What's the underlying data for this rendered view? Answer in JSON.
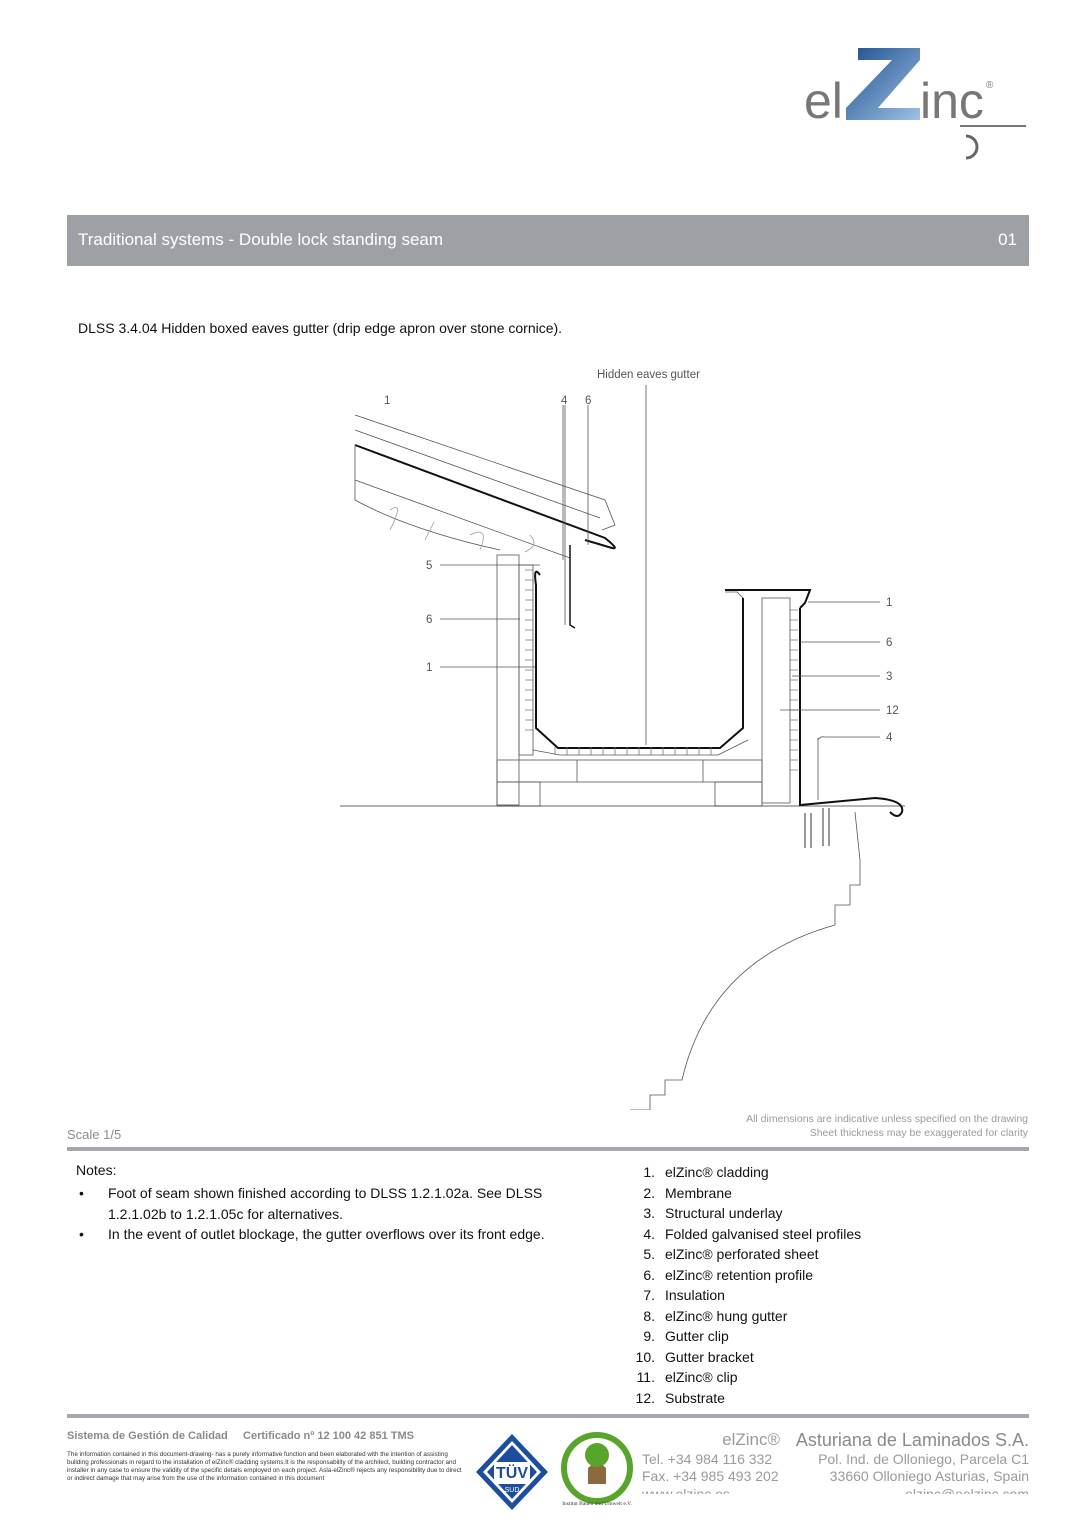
{
  "logo": {
    "text_el": "el",
    "text_inc": "inc",
    "reg": "®"
  },
  "header": {
    "title": "Traditional systems - Double lock standing seam",
    "page_num": "01"
  },
  "detail_title": "DLSS 3.4.04  Hidden boxed eaves gutter (drip edge apron over stone cornice).",
  "drawing": {
    "callout_top": "Hidden eaves gutter",
    "labels": {
      "t1": "1",
      "t4": "4",
      "t6": "6",
      "l5": "5",
      "l6": "6",
      "l1": "1",
      "r1": "1",
      "r6": "6",
      "r3": "3",
      "r12": "12",
      "r4": "4"
    }
  },
  "disclaimer": [
    "All dimensions are indicative unless specified on the drawing",
    "Sheet thickness may be exaggerated for clarity"
  ],
  "scale": "Scale 1/5",
  "notes": {
    "title": "Notes:",
    "items": [
      "Foot of seam shown finished according to DLSS 1.2.1.02a.  See DLSS 1.2.1.02b to 1.2.1.05c for alternatives.",
      "In the event of outlet blockage, the gutter overflows over its front edge."
    ]
  },
  "legend": [
    {
      "num": "1.",
      "label": "elZinc® cladding"
    },
    {
      "num": "2.",
      "label": "Membrane"
    },
    {
      "num": "3.",
      "label": "Structural underlay"
    },
    {
      "num": "4.",
      "label": "Folded galvanised steel profiles"
    },
    {
      "num": "5.",
      "label": "elZinc® perforated sheet"
    },
    {
      "num": "6.",
      "label": "elZinc® retention profile"
    },
    {
      "num": "7.",
      "label": "Insulation"
    },
    {
      "num": "8.",
      "label": "elZinc® hung gutter"
    },
    {
      "num": "9.",
      "label": "Gutter clip"
    },
    {
      "num": "10.",
      "label": "Gutter bracket"
    },
    {
      "num": "11.",
      "label": "elZinc® clip"
    },
    {
      "num": "12.",
      "label": "Substrate"
    }
  ],
  "footer": {
    "quality": "Sistema de Gestión de Calidad     Certificado nº 12 100 42 851 TMS",
    "disclaimer": "The information contained in this document-drawing- has a purely informative function and been elaborated with the intention of assisting building professionals in regard to the installation of elZinc® cladding systems.It is the responsability of the architect, building contractor and installer in any case to ensure the validity of the specific details employed on each project. Asla-elZinc® rejects any responsibility due to direct or indirect damage that may arise from the use of the information contained in this document",
    "tuv_text": "TÜV",
    "tuv_sub": "SUD",
    "ibu_text": "Institut Bauen und Umwelt e.V.",
    "brand": "elZinc®",
    "tel": "Tel.  +34 984 116 332",
    "fax": "Fax. +34 985 493 202",
    "web": "www.elzinc.es",
    "company": "Asturiana de Laminados S.A.",
    "address1": "Pol. Ind. de Olloniego, Parcela C1",
    "address2": "33660 Olloniego  Asturias, Spain",
    "email": "elzinc@eelzinc.com"
  }
}
